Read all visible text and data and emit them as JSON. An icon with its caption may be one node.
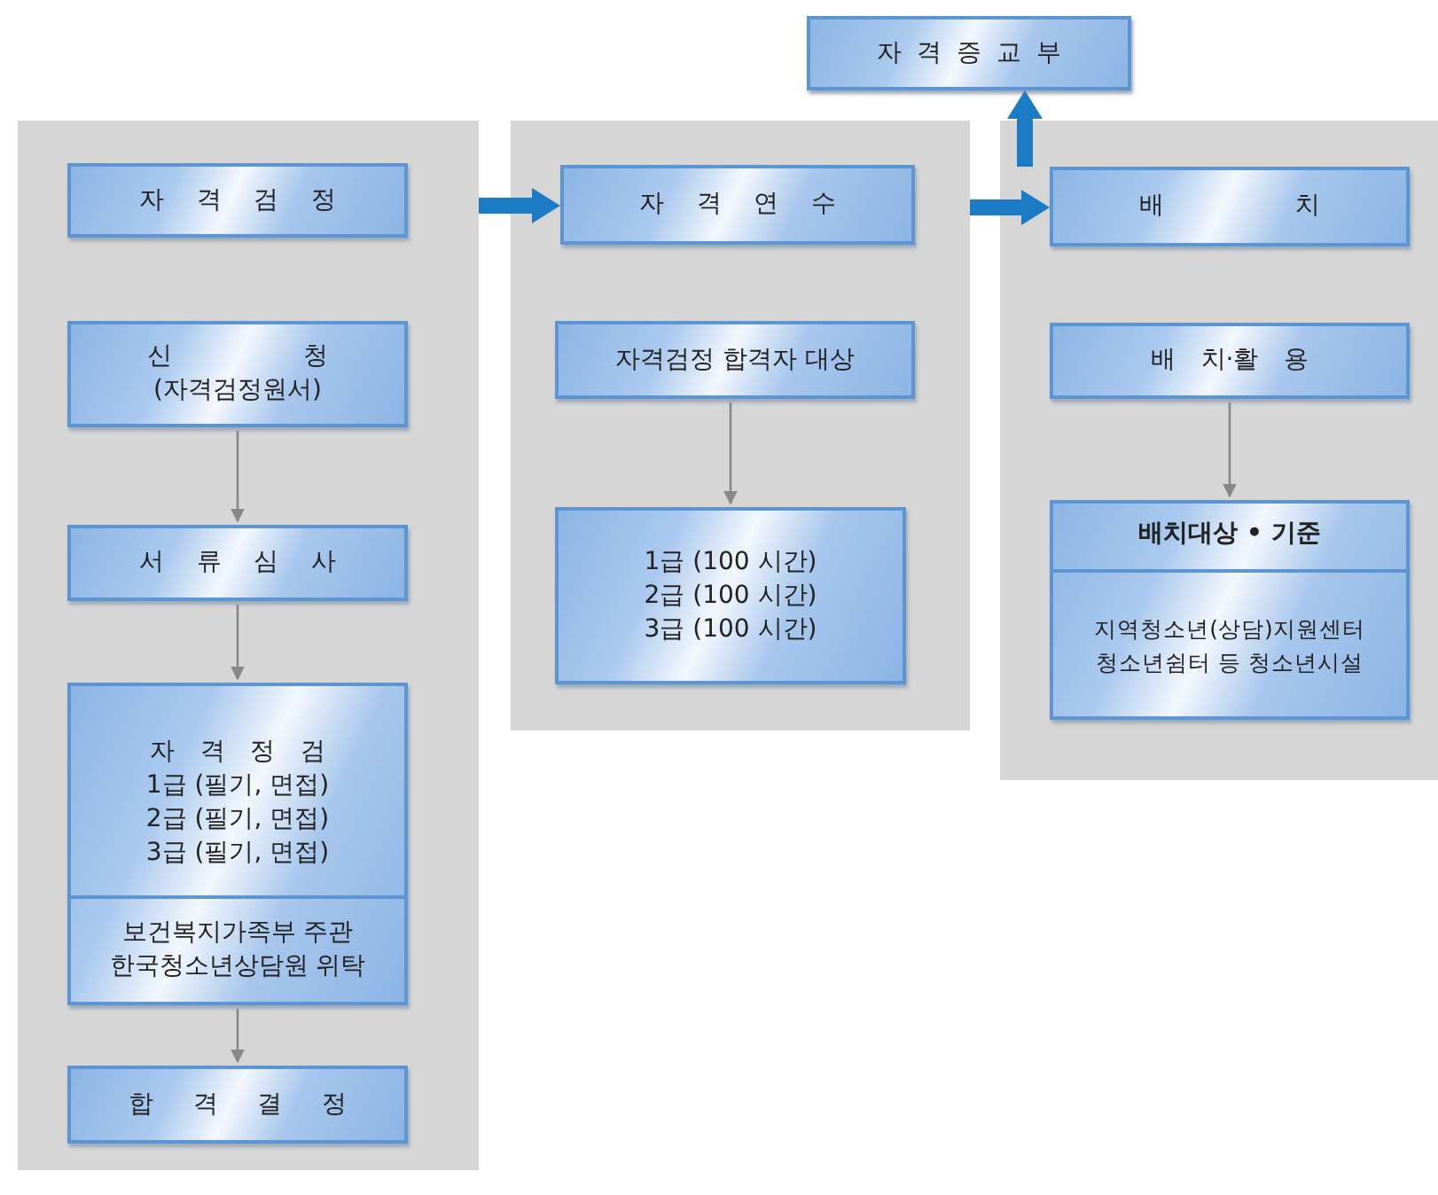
{
  "diagram": {
    "nodes": [
      {
        "text": [],
        "shape": "box"
      },
      {
        "text": [
          "자 격 검 정"
        ],
        "in": 0
      },
      {
        "text": [
          "신 청",
          "(자격검정원서)"
        ],
        "in": 0
      },
      {
        "text": [
          "서 류 심 사"
        ],
        "in": 0
      },
      {
        "text": [
          "자 격 정 검",
          "1급 (필기, 면접) 2급 (필기, 면접) 3급 (필기, 면접)",
          "보건복지가족부 주관 한국청소년상담원 위탁"
        ],
        "in": 0
      },
      {
        "text": [
          "합 격 결 정"
        ],
        "in": 0
      },
      {
        "text": [],
        "shape": "box"
      },
      {
        "text": [
          "자 격 연 수"
        ],
        "in": 6
      },
      {
        "text": [
          "자격검정 합격자 대상"
        ],
        "in": 6
      },
      {
        "text": [
          "1급 (100 시간) 2급 (100 시간) 3급 (100 시간)"
        ],
        "in": 6
      },
      {
        "text": [
          "자 격 증 교 부"
        ]
      },
      {
        "text": [],
        "shape": "box"
      },
      {
        "text": [
          "배 치"
        ],
        "in": 11
      },
      {
        "text": [
          "배 치·활 용"
        ],
        "in": 11
      },
      {
        "text": [
          "배치대상 • 기준",
          "지역청소년(상담)지원센터 청소년쉼터 등 청소년시설"
        ],
        "in": 11
      }
    ],
    "edges": [
      {
        "from": 2,
        "to": 3,
        "arrow": "to"
      },
      {
        "from": 3,
        "to": 4,
        "arrow": "to"
      },
      {
        "from": 4,
        "to": 5,
        "arrow": "to"
      },
      {
        "from": 0,
        "to": 7,
        "arrow": "to",
        "style": "thick",
        "color": "#1b7bc4"
      },
      {
        "from": 8,
        "to": 9,
        "arrow": "to"
      },
      {
        "from": 6,
        "to": 12,
        "arrow": "to",
        "style": "thick",
        "color": "#1b7bc4"
      },
      {
        "from": 11,
        "to": 10,
        "arrow": "to",
        "style": "thick",
        "color": "#1b7bc4"
      },
      {
        "from": 13,
        "to": 14,
        "arrow": "to"
      }
    ]
  }
}
